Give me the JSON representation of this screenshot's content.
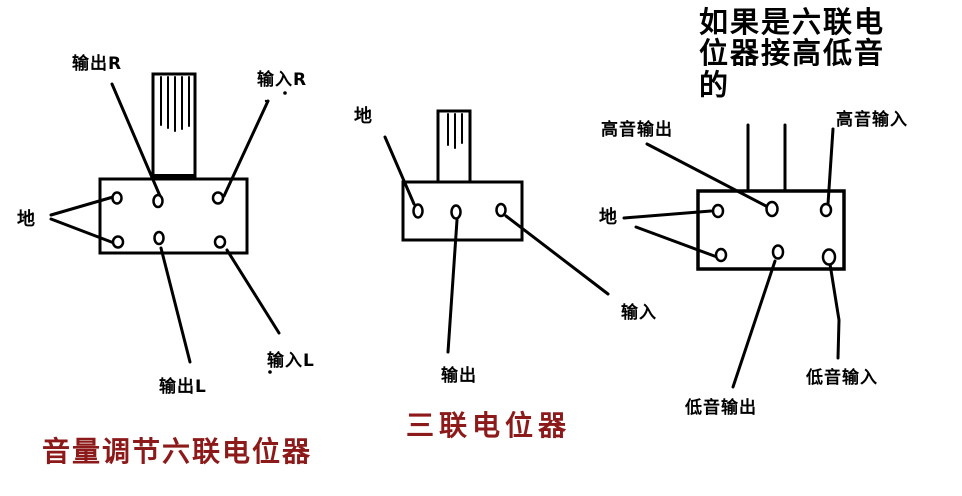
{
  "background_color": "#ffffff",
  "ink_color": "#000000",
  "caption_color": "#8d1a1a",
  "pot_volume": {
    "caption": "音量调节六联电位器",
    "labels": {
      "output_r": "输出R",
      "input_r": "输入R",
      "ground": "地",
      "output_l": "输出L",
      "input_l": "输入L"
    }
  },
  "pot_triple": {
    "caption": "三联电位器",
    "labels": {
      "ground": "地",
      "output": "输出",
      "input": "输入"
    }
  },
  "pot_tone": {
    "title": "如果是六联电位器接高低音的",
    "labels": {
      "treble_output": "高音输出",
      "treble_input": "高音输入",
      "ground": "地",
      "bass_output": "低音输出",
      "bass_input": "低音输入"
    }
  }
}
